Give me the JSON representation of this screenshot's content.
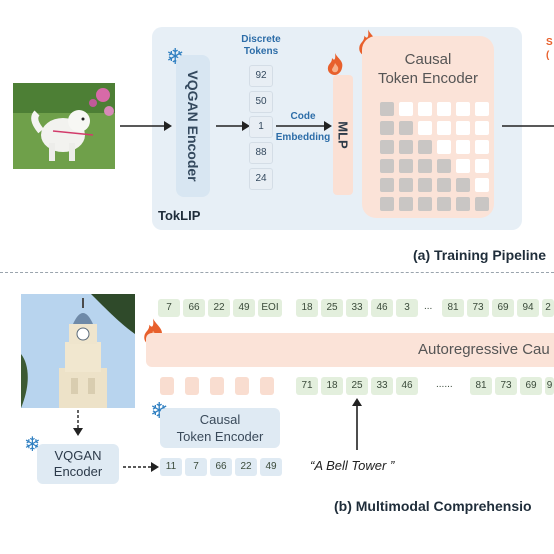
{
  "training": {
    "tokens_title": [
      "Discrete",
      "Tokens"
    ],
    "tokens": [
      "92",
      "50",
      "1",
      "88",
      "24"
    ],
    "vqgan_label": "VQGAN Encoder",
    "code_embedding": [
      "Code",
      "Embedding"
    ],
    "mlp_label": "MLP",
    "causal_label": [
      "Causal",
      "Token Encoder"
    ],
    "toklip_label": "TokLIP",
    "caption": "(a) Training Pipeline",
    "right_edge_text": [
      "S",
      "("
    ]
  },
  "comprehension": {
    "row1": [
      "7",
      "66",
      "22",
      "49",
      "EOI",
      "18",
      "25",
      "33",
      "46",
      "3",
      "...",
      "81",
      "73",
      "69",
      "94",
      "2"
    ],
    "ar_label": "Autoregressive Cau",
    "row2": [
      "71",
      "18",
      "25",
      "33",
      "46",
      "......",
      "81",
      "73",
      "69",
      "9"
    ],
    "causal_label": [
      "Causal",
      "Token Encoder"
    ],
    "vqgan_label": [
      "VQGAN",
      "Encoder"
    ],
    "encoded": [
      "11",
      "7",
      "66",
      "22",
      "49"
    ],
    "prompt": "“A Bell Tower ”",
    "caption": "(b) Multimodal Comprehensio"
  },
  "colors": {
    "flame": "#e8602c",
    "snow": "#2f7fc1",
    "tower_sky": "#b8d4ee"
  }
}
